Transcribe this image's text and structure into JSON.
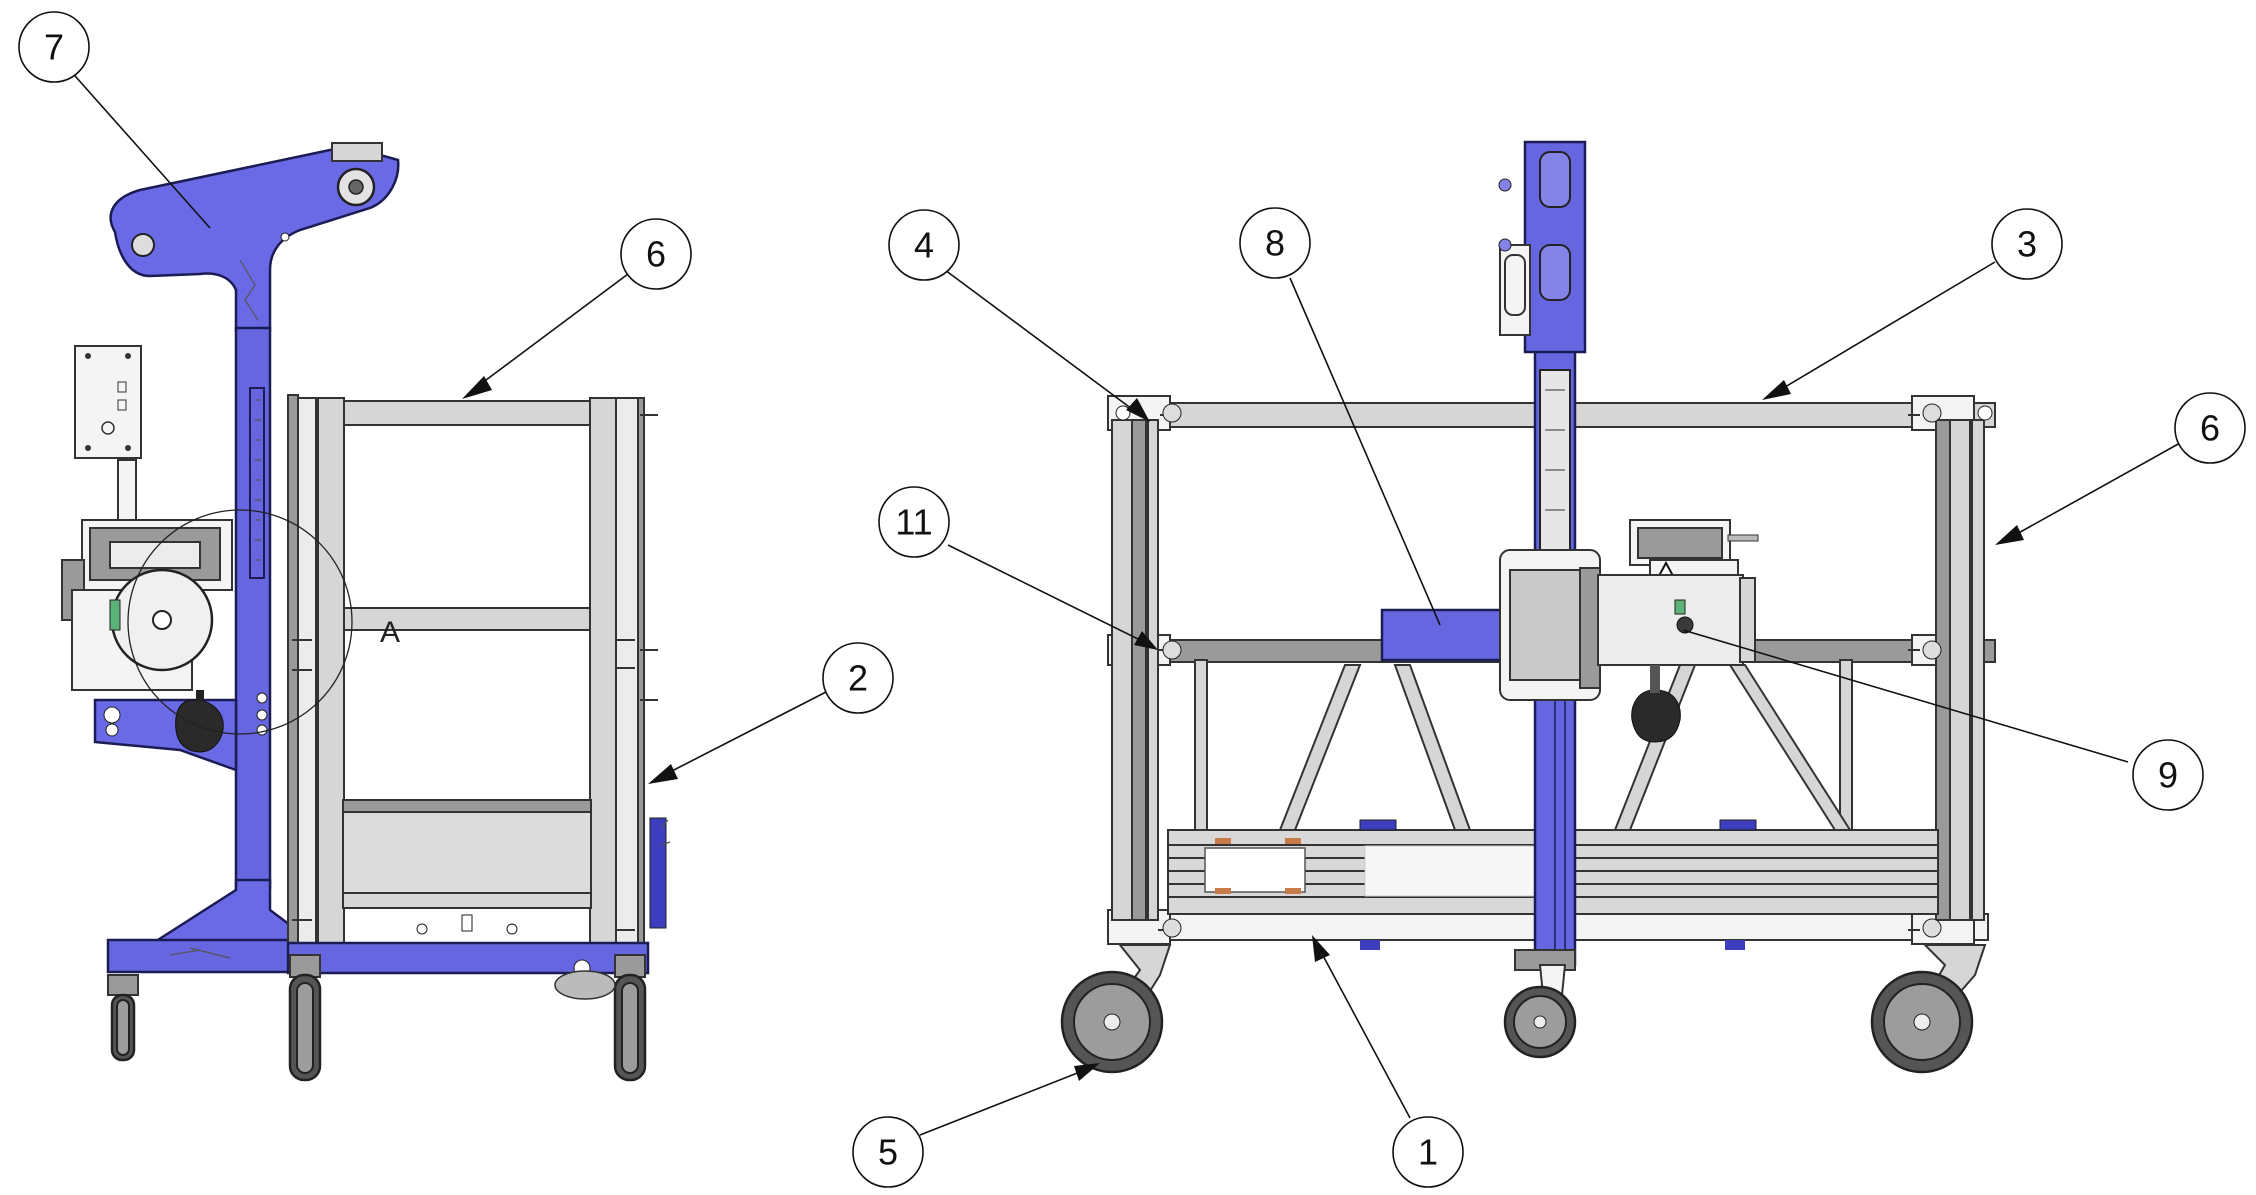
{
  "callouts": {
    "c7": "7",
    "c6_left": "6",
    "c2": "2",
    "c4": "4",
    "c8": "8",
    "c3": "3",
    "c6_right": "6",
    "c11": "11",
    "c9": "9",
    "c5": "5",
    "c1": "1"
  },
  "detail_label": "A",
  "colors": {
    "mast_blue": "#6a6ae6",
    "aluminum": "#d6d6d6",
    "outline": "#333333"
  },
  "views": [
    "side-view",
    "front-view"
  ]
}
